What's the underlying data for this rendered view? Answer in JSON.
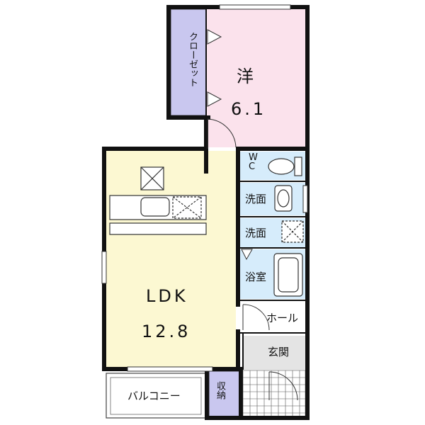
{
  "colors": {
    "wall": "#111111",
    "western_room": "#fbe2ec",
    "ldk": "#fcf8d2",
    "wet_area": "#d6ecfb",
    "storage": "#c9c7ef",
    "hall": "#ffffff",
    "entrance_tile": "#e4e4e4"
  },
  "rooms": {
    "western": {
      "name": "洋",
      "size": "6.1"
    },
    "ldk": {
      "name": "LDK",
      "size": "12.8"
    },
    "closet": "クローゼット",
    "wc": "WC",
    "washroom_1": "洗面",
    "washroom_2": "洗面",
    "bathroom": "浴室",
    "hall": "ホール",
    "entrance": "玄関",
    "storage": "収納",
    "balcony": "バルコニー"
  },
  "icons": [
    "refrigerator-icon",
    "sink-icon",
    "stove-icon",
    "toilet-icon",
    "basin-icon",
    "washing-machine-icon",
    "bathtub-icon"
  ]
}
